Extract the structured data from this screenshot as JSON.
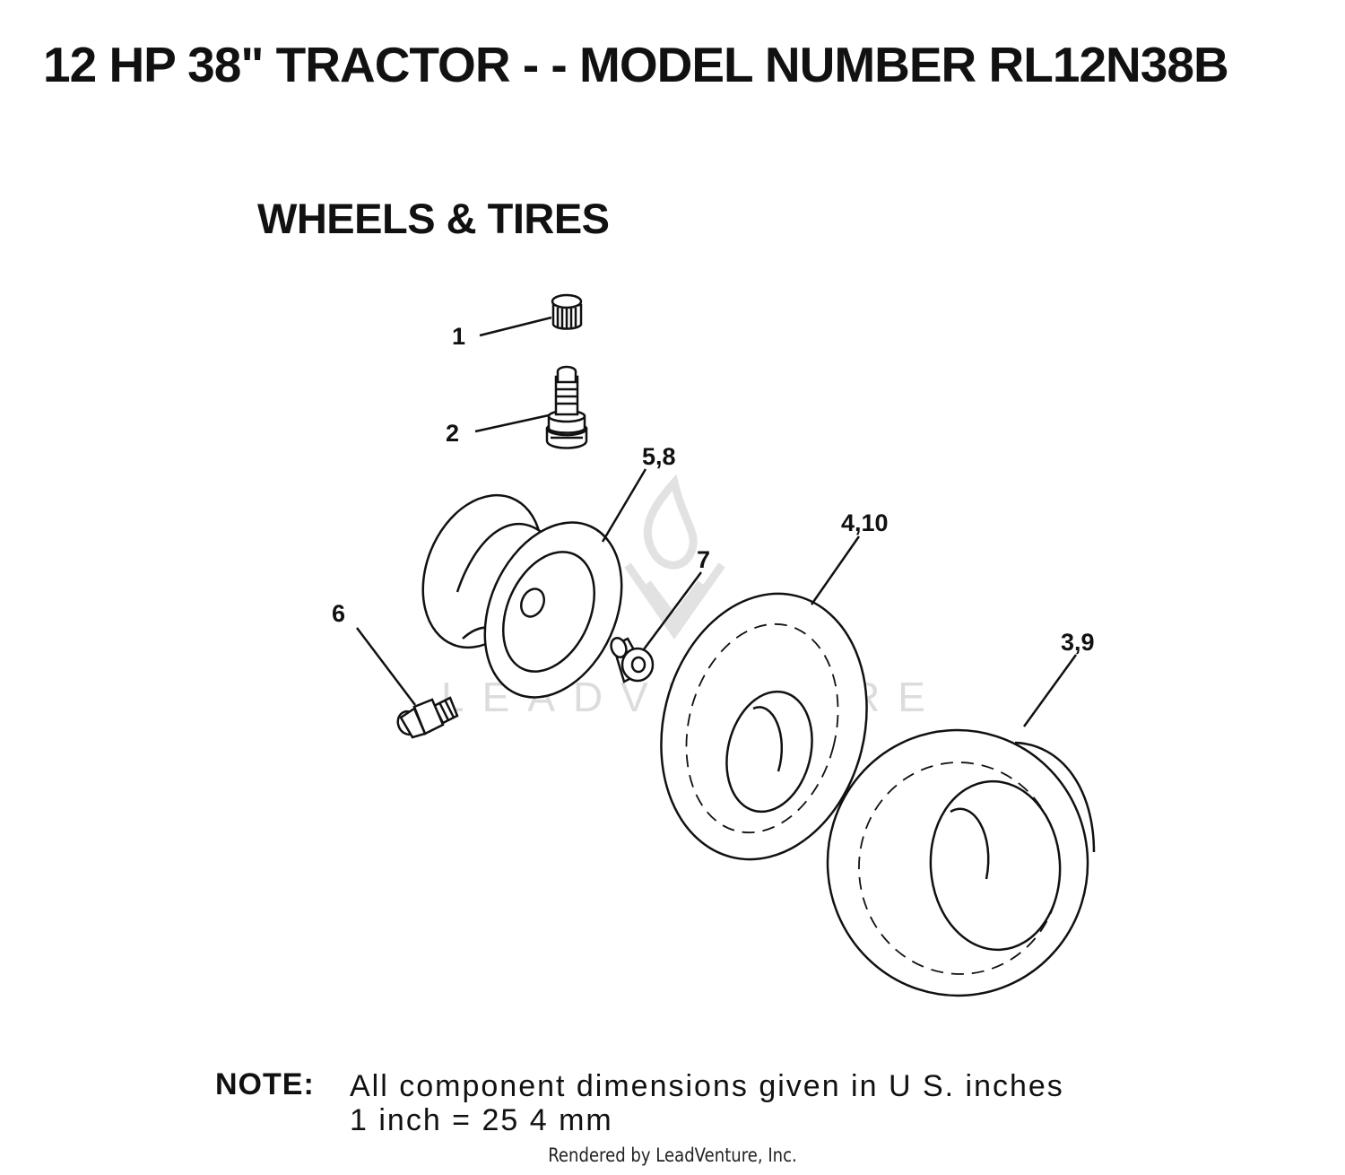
{
  "title": "12 HP 38\" TRACTOR - - MODEL NUMBER RL12N38B",
  "section_title": "WHEELS & TIRES",
  "callouts": [
    {
      "id": "c1",
      "label": "1"
    },
    {
      "id": "c2",
      "label": "2"
    },
    {
      "id": "c58",
      "label": "5,8"
    },
    {
      "id": "c410",
      "label": "4,10"
    },
    {
      "id": "c7",
      "label": "7"
    },
    {
      "id": "c6",
      "label": "6"
    },
    {
      "id": "c39",
      "label": "3,9"
    }
  ],
  "watermark": {
    "text": "LEADVENTURE"
  },
  "note": {
    "label": "NOTE:",
    "line1": "All component dimensions given in U S. inches",
    "line2": "1 inch = 25 4 mm"
  },
  "footer": "Rendered by LeadVenture, Inc.",
  "colors": {
    "ink": "#111111",
    "watermark": "#dcdcdc",
    "background": "#ffffff"
  }
}
